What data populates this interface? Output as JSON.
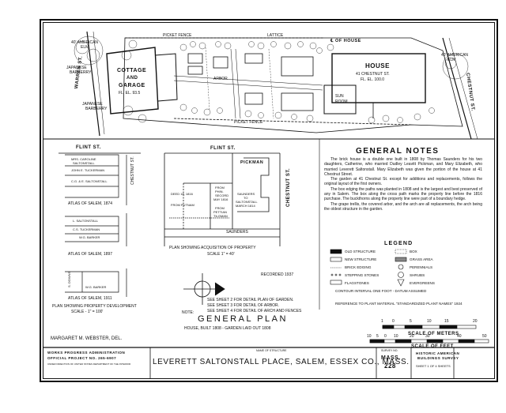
{
  "site_plan": {
    "street_left": "WARREN ST.",
    "street_right": "CHESTNUT ST.",
    "tree_elm": [
      "40' AMERICAN",
      "ELM"
    ],
    "tree_elm_right": [
      "40' AMERICAN",
      "ELM"
    ],
    "tree_barberry": [
      "JAPANESE",
      "BARBERRY"
    ],
    "tree_barberry2": [
      "JAPANESE",
      "BARBERRY"
    ],
    "cottage": [
      "COTTAGE",
      "AND",
      "GARAGE",
      "FL. EL. 93.5"
    ],
    "house": [
      "HOUSE",
      "41 CHESTNUT ST.",
      "FL. EL. 100.0"
    ],
    "sun_room": [
      "SUN",
      "ROOM"
    ],
    "fence_top": "PICKET FENCE",
    "fence_bottom": "PICKET FENCE",
    "lattice": "LATTICE",
    "center_house": "℄ OF HOUSE",
    "arbor": "ARBOR"
  },
  "notes": {
    "title": "GENERAL NOTES",
    "paragraphs": [
      "The brick house is a double one built in 1808 by Thomas Saunders for his two daughters, Catherine, who married Dudley Leavitt Pickman, and Mary Elizabeth, who married Leverett Saltonstall. Mary Elizabeth was given the portion of the house at 41 Chestnut Street.",
      "The garden at 41 Chestnut St. except for additions and replacements, follows the original layout of the first owners.",
      "The box edging the paths was planted in 1808 and is the largest and best preserved of any in Salem. The box along the cross path marks the property line before the 1816 purchase. The buckthorns along the property line were part of a boundary hedge.",
      "The grape trellis, the covered arbor, and the arch are all replacements, the arch being the oldest structure in the garden."
    ]
  },
  "atlas": {
    "a1874_title": "ATLAS OF SALEM, 1874",
    "a1874_flint": "FLINT ST.",
    "a1874_chestnut": "CHESTNUT ST.",
    "a1874_names": [
      "MRS. CAROLINE",
      "SALTONSTALL",
      "JOHN E. TUCKERMAN",
      "C.G. & E. SALTONSTALL"
    ],
    "a1897_title": "ATLAS OF SALEM, 1897",
    "a1897_names": [
      "L. SALTONSTALL",
      "C.S. TUCKERMAN",
      "W.G. BARKER"
    ],
    "a1911_title": "ATLAS OF SALEM, 1911",
    "a1911_names": [
      "S. DOWNS",
      "W.G. BARKER"
    ],
    "dev_title": "PLAN SHOWING PROPERTY DEVELOPMENT",
    "dev_scale": "SCALE - 1\" = 100'"
  },
  "acquisition": {
    "flint": "FLINT ST.",
    "chestnut": "CHESTNUT ST.",
    "pickman": "PICKMAN",
    "saunders": "SAUNDERS",
    "parcel1": [
      "DEED 16, 1816",
      "FROM PUTNAM"
    ],
    "parcel2": [
      "FROM",
      "PHIN.",
      "SECORD",
      "MAY 1816"
    ],
    "parcel3": [
      "FROM",
      "PETTIAN",
      "TILGMAN"
    ],
    "parcel4": [
      "SAUNDERS",
      "TO",
      "SALTONSTALL",
      "MARCH 1814"
    ],
    "title": "PLAN SHOWING ACQUISITION OF PROPERTY",
    "scale": "SCALE  1\" = 40'",
    "recorded": "RECORDED 1937"
  },
  "see_notes": {
    "label": "NOTE:",
    "lines": [
      "SEE SHEET 2 FOR DETAIL PLAN OF GARDEN.",
      "SEE SHEET 3 FOR DETAIL OF ARBOR.",
      "SEE SHEET 4 FOR DETAIL OF ARCH AND FENCES"
    ]
  },
  "legend": {
    "title": "LEGEND",
    "items": [
      "OLD STRUCTURE",
      "BOX",
      "NEW STRUCTURE",
      "GRASS AREA",
      "BRICK EDGING",
      "PERENNIALS",
      "STEPPING STONES",
      "SHRUBS",
      "FLAGSTONES",
      "EVERGREENS",
      "CONTOUR INTERVAL ONE FOOT - DATUM ASSUMED"
    ],
    "reference": "REFERENCE TO PLANT MATERIAL \"STANDARDIZED PLANT NAMES\" 1924"
  },
  "scales": {
    "meters_ticks": [
      "1",
      "0",
      "5",
      "10",
      "15",
      "20"
    ],
    "meters_label": "SCALE OF METERS",
    "feet_ticks": [
      "10",
      "5",
      "0",
      "10",
      "20",
      "30",
      "40",
      "50"
    ],
    "feet_label": "SCALE OF FEET"
  },
  "general_plan": {
    "title": "GENERAL  PLAN",
    "subtitle": "HOUSE, BUILT 1808 - GARDEN LAID OUT 1808",
    "delineator": "MARGARET M. WEBSTER, DEL."
  },
  "title_block": {
    "left_line1": "WORKS PROGRESS ADMINISTRATION",
    "left_line2": "OFFICIAL PROJECT NO. 265-6907",
    "left_small": "UNDER DIRECTION OF UNITED STATES DEPARTMENT OF THE INTERIOR",
    "main": "LEVERETT SALTONSTALL PLACE, SALEM, ESSEX CO., MASS.",
    "name_caption": "NAME OF STRUCTURE",
    "survey": "SURVEY NO.",
    "mass": "MASS.",
    "number": "228",
    "survey_name": [
      "HISTORIC AMERICAN",
      "BUILDINGS SURVEY"
    ],
    "sheet": "SHEET 1 OF 4 SHEETS"
  }
}
